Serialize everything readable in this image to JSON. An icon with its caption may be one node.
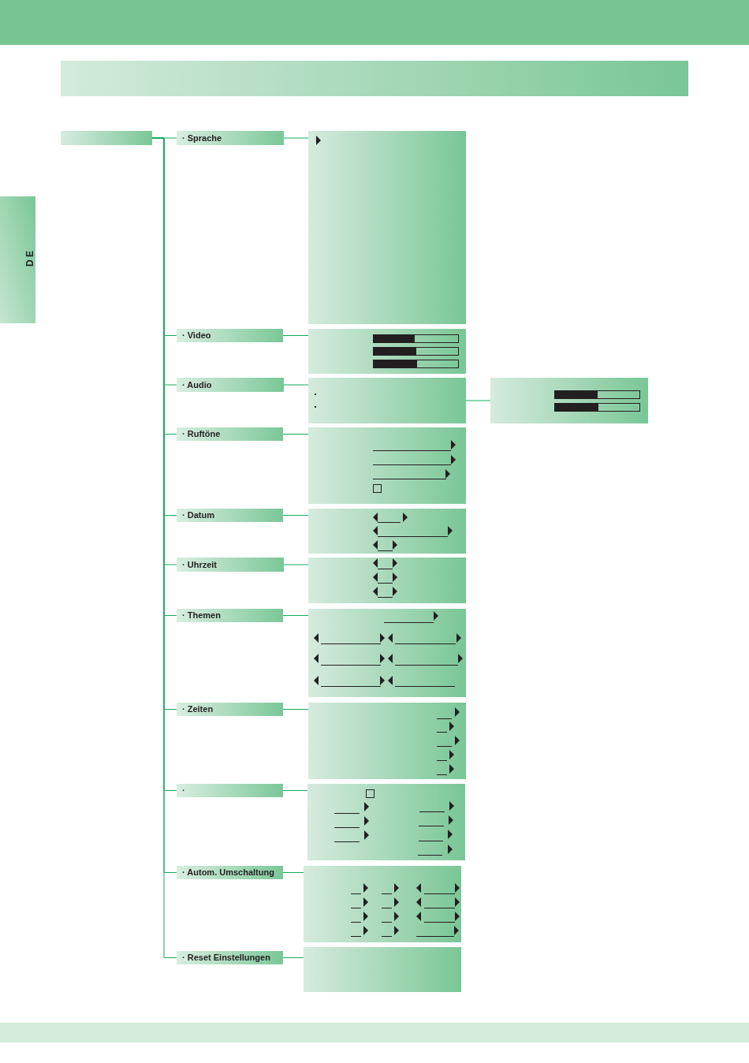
{
  "diagram": {
    "nodes": [
      {
        "text": [],
        "shape": "box"
      },
      {
        "text": [],
        "shape": "box"
      },
      {
        "text": [
          "· Sprache"
        ]
      },
      {
        "text": [],
        "shape": "box"
      },
      {
        "text": [
          "· Video"
        ]
      },
      {
        "text": [],
        "shape": "box"
      },
      {
        "text": [
          "· Audio"
        ]
      },
      {
        "text": [],
        "shape": "box"
      },
      {
        "text": [],
        "shape": "box"
      },
      {
        "text": [
          "· Ruftöne"
        ]
      },
      {
        "text": [],
        "shape": "box"
      },
      {
        "text": [
          "· Datum"
        ]
      },
      {
        "text": [],
        "shape": "box"
      },
      {
        "text": [
          "· Uhrzeit"
        ]
      },
      {
        "text": [],
        "shape": "box"
      },
      {
        "text": [
          "· Themen"
        ]
      },
      {
        "text": [],
        "shape": "box"
      },
      {
        "text": [
          "· Zeiten"
        ]
      },
      {
        "text": [],
        "shape": "box"
      },
      {
        "text": [
          "·"
        ]
      },
      {
        "text": [],
        "shape": "box"
      },
      {
        "text": [
          "· Autom. Umschaltung"
        ]
      },
      {
        "text": [],
        "shape": "box"
      },
      {
        "text": [
          "· Reset Einstellungen"
        ]
      },
      {
        "text": [],
        "shape": "box"
      }
    ],
    "edges": [
      {
        "from": 1,
        "to": 2,
        "arrow": "none"
      },
      {
        "from": 2,
        "to": 3,
        "arrow": "none"
      },
      {
        "from": 1,
        "to": 4,
        "arrow": "none"
      },
      {
        "from": 4,
        "to": 5,
        "arrow": "none"
      },
      {
        "from": 1,
        "to": 6,
        "arrow": "none"
      },
      {
        "from": 6,
        "to": 7,
        "arrow": "none"
      },
      {
        "from": 7,
        "to": 8,
        "arrow": "none"
      },
      {
        "from": 1,
        "to": 9,
        "arrow": "none"
      },
      {
        "from": 9,
        "to": 10,
        "arrow": "none"
      },
      {
        "from": 1,
        "to": 11,
        "arrow": "none"
      },
      {
        "from": 11,
        "to": 12,
        "arrow": "none"
      },
      {
        "from": 1,
        "to": 13,
        "arrow": "none"
      },
      {
        "from": 13,
        "to": 14,
        "arrow": "none"
      },
      {
        "from": 1,
        "to": 15,
        "arrow": "none"
      },
      {
        "from": 15,
        "to": 16,
        "arrow": "none"
      },
      {
        "from": 1,
        "to": 17,
        "arrow": "none"
      },
      {
        "from": 17,
        "to": 18,
        "arrow": "none"
      },
      {
        "from": 1,
        "to": 19,
        "arrow": "none"
      },
      {
        "from": 19,
        "to": 20,
        "arrow": "none"
      },
      {
        "from": 1,
        "to": 21,
        "arrow": "none"
      },
      {
        "from": 21,
        "to": 22,
        "arrow": "none"
      },
      {
        "from": 1,
        "to": 23,
        "arrow": "none"
      },
      {
        "from": 23,
        "to": 24,
        "arrow": "none"
      }
    ],
    "labels": [
      "D E"
    ]
  }
}
